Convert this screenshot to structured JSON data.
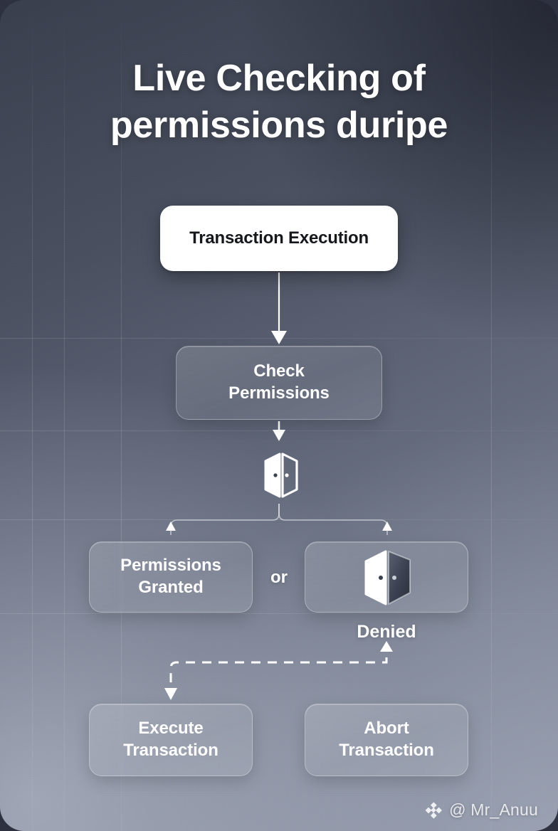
{
  "title": "Live Checking of\npermissions  duripe",
  "theme": {
    "accent_white": "#ffffff",
    "node_text_dark": "#15171c",
    "bg_dark": "#343948",
    "bg_light": "#8b92a3",
    "glass_border": "rgba(255,255,255,0.30)"
  },
  "flow": {
    "nodes": {
      "transaction_execution": "Transaction Execution",
      "check_permissions": "Check\nPermissions",
      "permissions_granted": "Permissions\nGranted",
      "permissions_denied": "",
      "execute_transaction": "Execute\nTransaction",
      "abort_transaction": "Abort\nTransaction"
    },
    "labels": {
      "or": "or",
      "denied": "Denied"
    },
    "icons": {
      "gateway_door": "double-door-icon",
      "denied_door": "door-closed-icon"
    },
    "connectors": [
      {
        "name": "exec-to-check",
        "style": "solid",
        "direction": "down"
      },
      {
        "name": "check-to-door",
        "style": "solid",
        "direction": "down"
      },
      {
        "name": "door-branch-left",
        "style": "solid",
        "direction": "up"
      },
      {
        "name": "door-branch-right",
        "style": "solid",
        "direction": "up"
      },
      {
        "name": "denied-to-execute",
        "style": "dashed",
        "direction": "elbow"
      }
    ]
  },
  "grid": {
    "vertical_x": [
      45,
      90,
      170,
      690
    ],
    "horizontal_y": [
      475,
      605,
      730,
      862
    ]
  },
  "watermark": {
    "handle": "@ Mr_Anuu",
    "logo": "binance-diamond-icon"
  }
}
